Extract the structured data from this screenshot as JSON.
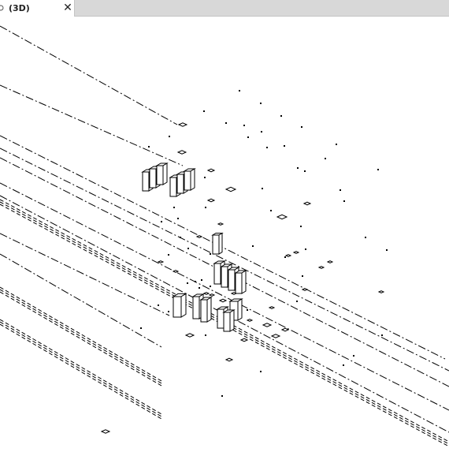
{
  "window": {
    "tab": {
      "label": "(3D)",
      "icon": "view-3d-icon",
      "close_glyph": "✕",
      "close_icon": "close-icon"
    }
  },
  "colors": {
    "tab_active": "#ffffff",
    "tab_bar": "#d8d8d8",
    "drawing_line": "#000000",
    "canvas": "#ffffff"
  },
  "viewport": {
    "view": "3D",
    "style": "wireframe"
  }
}
